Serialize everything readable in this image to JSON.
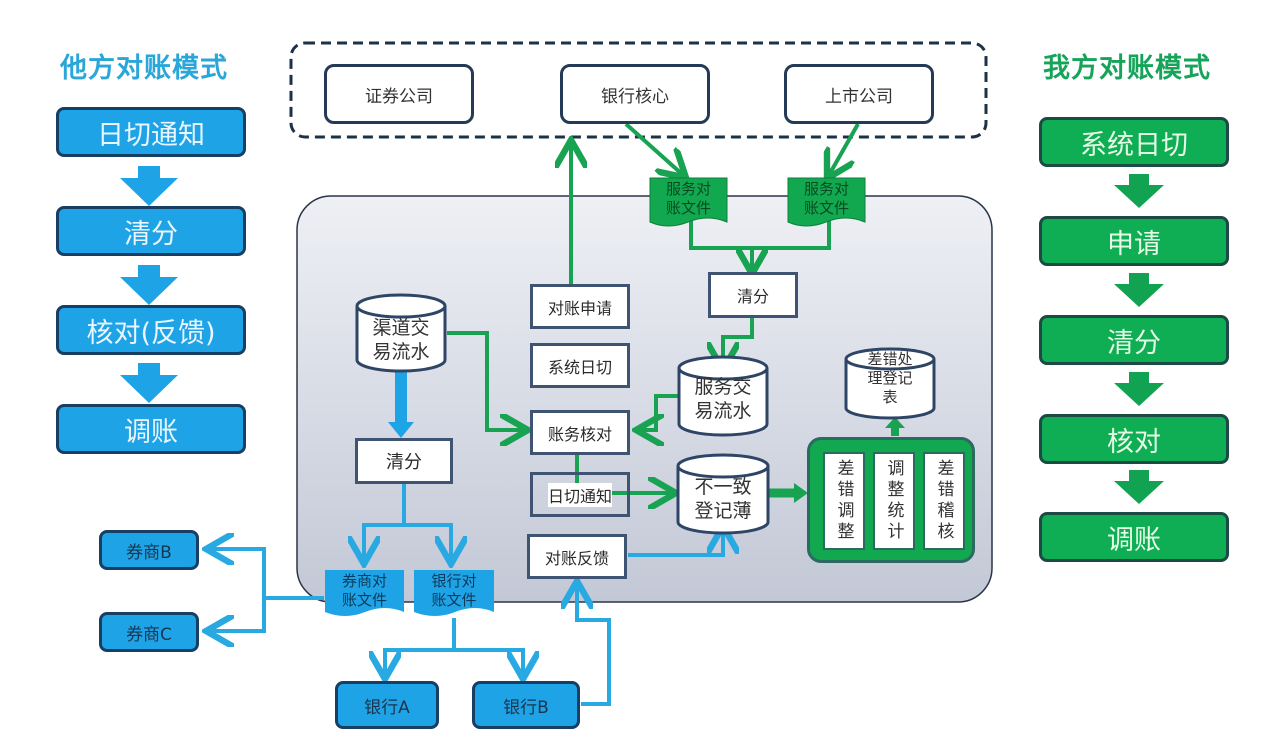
{
  "left_mode": {
    "title": "他方对账模式",
    "steps": [
      "日切通知",
      "清分",
      "核对(反馈)",
      "调账"
    ],
    "color": "#1ea4e6"
  },
  "right_mode": {
    "title": "我方对账模式",
    "steps": [
      "系统日切",
      "申请",
      "清分",
      "核对",
      "调账"
    ],
    "color": "#0fae55"
  },
  "external_parties": [
    "证券公司",
    "银行核心",
    "上市公司"
  ],
  "service_files": [
    "服务对\n账文件",
    "服务对\n账文件"
  ],
  "central": {
    "clearing_top": "清分",
    "channel_flow": "渠道交\n易流水",
    "clearing_left": "清分",
    "process_boxes": [
      "对账申请",
      "系统日切",
      "账务核对",
      "日切通知",
      "对账反馈"
    ],
    "service_flow": "服务交\n易流水",
    "mismatch_register": "不一致\n登记薄",
    "error_register": "差错处\n理登记\n表",
    "error_modules": [
      "差错调整",
      "调整统计",
      "差错稽核"
    ]
  },
  "output_files": [
    "券商对\n账文件",
    "银行对\n账文件"
  ],
  "brokers": [
    "券商B",
    "券商C"
  ],
  "banks": [
    "银行A",
    "银行B"
  ],
  "colors": {
    "blue_flow": "#29a9e1",
    "green_flow": "#17a352",
    "panel_bg": "#d7dbe6",
    "box_border": "#3f5472"
  }
}
